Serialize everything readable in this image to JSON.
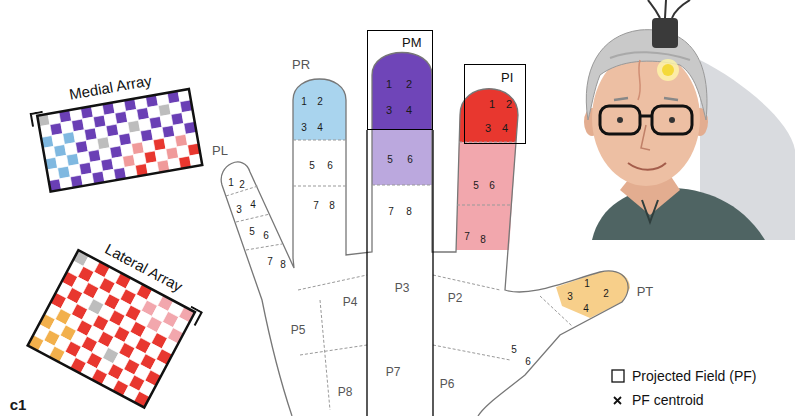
{
  "diagram": {
    "nodes": [
      {
        "text": [
          "Medial Array"
        ]
      },
      {
        "text": [
          "Lateral Array"
        ]
      },
      {
        "text": [
          "PM"
        ]
      },
      {
        "text": [
          "PI"
        ]
      }
    ],
    "labels": [
      "c1",
      "PL",
      "1",
      "2",
      "3",
      "4",
      "5",
      "6",
      "7",
      "8",
      "PR",
      "1",
      "2",
      "3",
      "4",
      "5",
      "6",
      "7",
      "8",
      "1",
      "2",
      "3",
      "4",
      "5",
      "6",
      "7",
      "8",
      "1",
      "2",
      "3",
      "4",
      "5",
      "6",
      "7",
      "8",
      "1",
      "2",
      "3",
      "4",
      "5",
      "6",
      "PT",
      "P2",
      "P3",
      "P4",
      "P5",
      "P6",
      "P7",
      "P8"
    ],
    "legend": [
      {
        "text": "Projected Field (PF)"
      },
      {
        "text": "PF centroid"
      }
    ]
  }
}
